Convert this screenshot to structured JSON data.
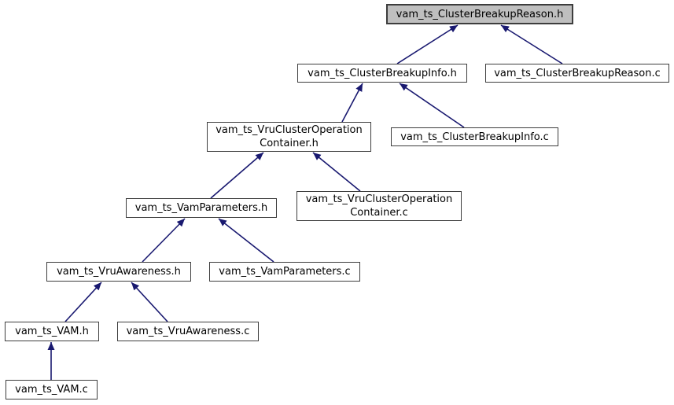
{
  "graph": {
    "nodes": [
      {
        "id": "reason_h",
        "lines": [
          "vam_ts_ClusterBreakupReason.h"
        ],
        "highlighted": true
      },
      {
        "id": "info_h",
        "lines": [
          "vam_ts_ClusterBreakupInfo.h"
        ],
        "highlighted": false
      },
      {
        "id": "reason_c",
        "lines": [
          "vam_ts_ClusterBreakupReason.c"
        ],
        "highlighted": false
      },
      {
        "id": "container_h",
        "lines": [
          "vam_ts_VruClusterOperation",
          "Container.h"
        ],
        "highlighted": false
      },
      {
        "id": "info_c",
        "lines": [
          "vam_ts_ClusterBreakupInfo.c"
        ],
        "highlighted": false
      },
      {
        "id": "params_h",
        "lines": [
          "vam_ts_VamParameters.h"
        ],
        "highlighted": false
      },
      {
        "id": "container_c",
        "lines": [
          "vam_ts_VruClusterOperation",
          "Container.c"
        ],
        "highlighted": false
      },
      {
        "id": "awareness_h",
        "lines": [
          "vam_ts_VruAwareness.h"
        ],
        "highlighted": false
      },
      {
        "id": "params_c",
        "lines": [
          "vam_ts_VamParameters.c"
        ],
        "highlighted": false
      },
      {
        "id": "vam_h",
        "lines": [
          "vam_ts_VAM.h"
        ],
        "highlighted": false
      },
      {
        "id": "awareness_c",
        "lines": [
          "vam_ts_VruAwareness.c"
        ],
        "highlighted": false
      },
      {
        "id": "vam_c",
        "lines": [
          "vam_ts_VAM.c"
        ],
        "highlighted": false
      }
    ],
    "edges": [
      {
        "from": "info_h",
        "to": "reason_h"
      },
      {
        "from": "reason_c",
        "to": "reason_h"
      },
      {
        "from": "container_h",
        "to": "info_h"
      },
      {
        "from": "info_c",
        "to": "info_h"
      },
      {
        "from": "params_h",
        "to": "container_h"
      },
      {
        "from": "container_c",
        "to": "container_h"
      },
      {
        "from": "awareness_h",
        "to": "params_h"
      },
      {
        "from": "params_c",
        "to": "params_h"
      },
      {
        "from": "vam_h",
        "to": "awareness_h"
      },
      {
        "from": "awareness_c",
        "to": "awareness_h"
      },
      {
        "from": "vam_c",
        "to": "vam_h"
      }
    ],
    "colors": {
      "edge": "#191970",
      "node_fill": "#ffffff",
      "node_border": "#3d3d3d",
      "highlight_fill": "#bfbfbf",
      "text": "#000000",
      "background": "#ffffff"
    }
  }
}
